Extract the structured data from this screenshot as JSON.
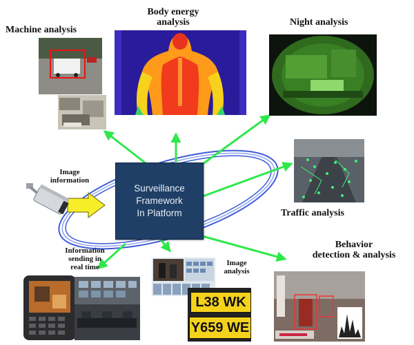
{
  "labels": {
    "machine": "Machine analysis",
    "body_energy": [
      "Body energy",
      "analysis"
    ],
    "night": "Night analysis",
    "image_info": [
      "Image",
      "information"
    ],
    "traffic": "Traffic analysis",
    "behavior": [
      "Behavior",
      "detection & analysis"
    ],
    "info_sending": [
      "Information",
      "sending in",
      "real time"
    ],
    "image_analysis": [
      "Image",
      "analysis"
    ]
  },
  "center": [
    "Surveillance",
    "Framework",
    "In Platform"
  ],
  "plates": [
    "L38 WK",
    "Y659 WE"
  ],
  "colors": {
    "center_box": "#1f3f66",
    "arrow": "#2ee84b",
    "orbit": "#3c5bd6",
    "input_arrow": "#f7ee2a"
  }
}
